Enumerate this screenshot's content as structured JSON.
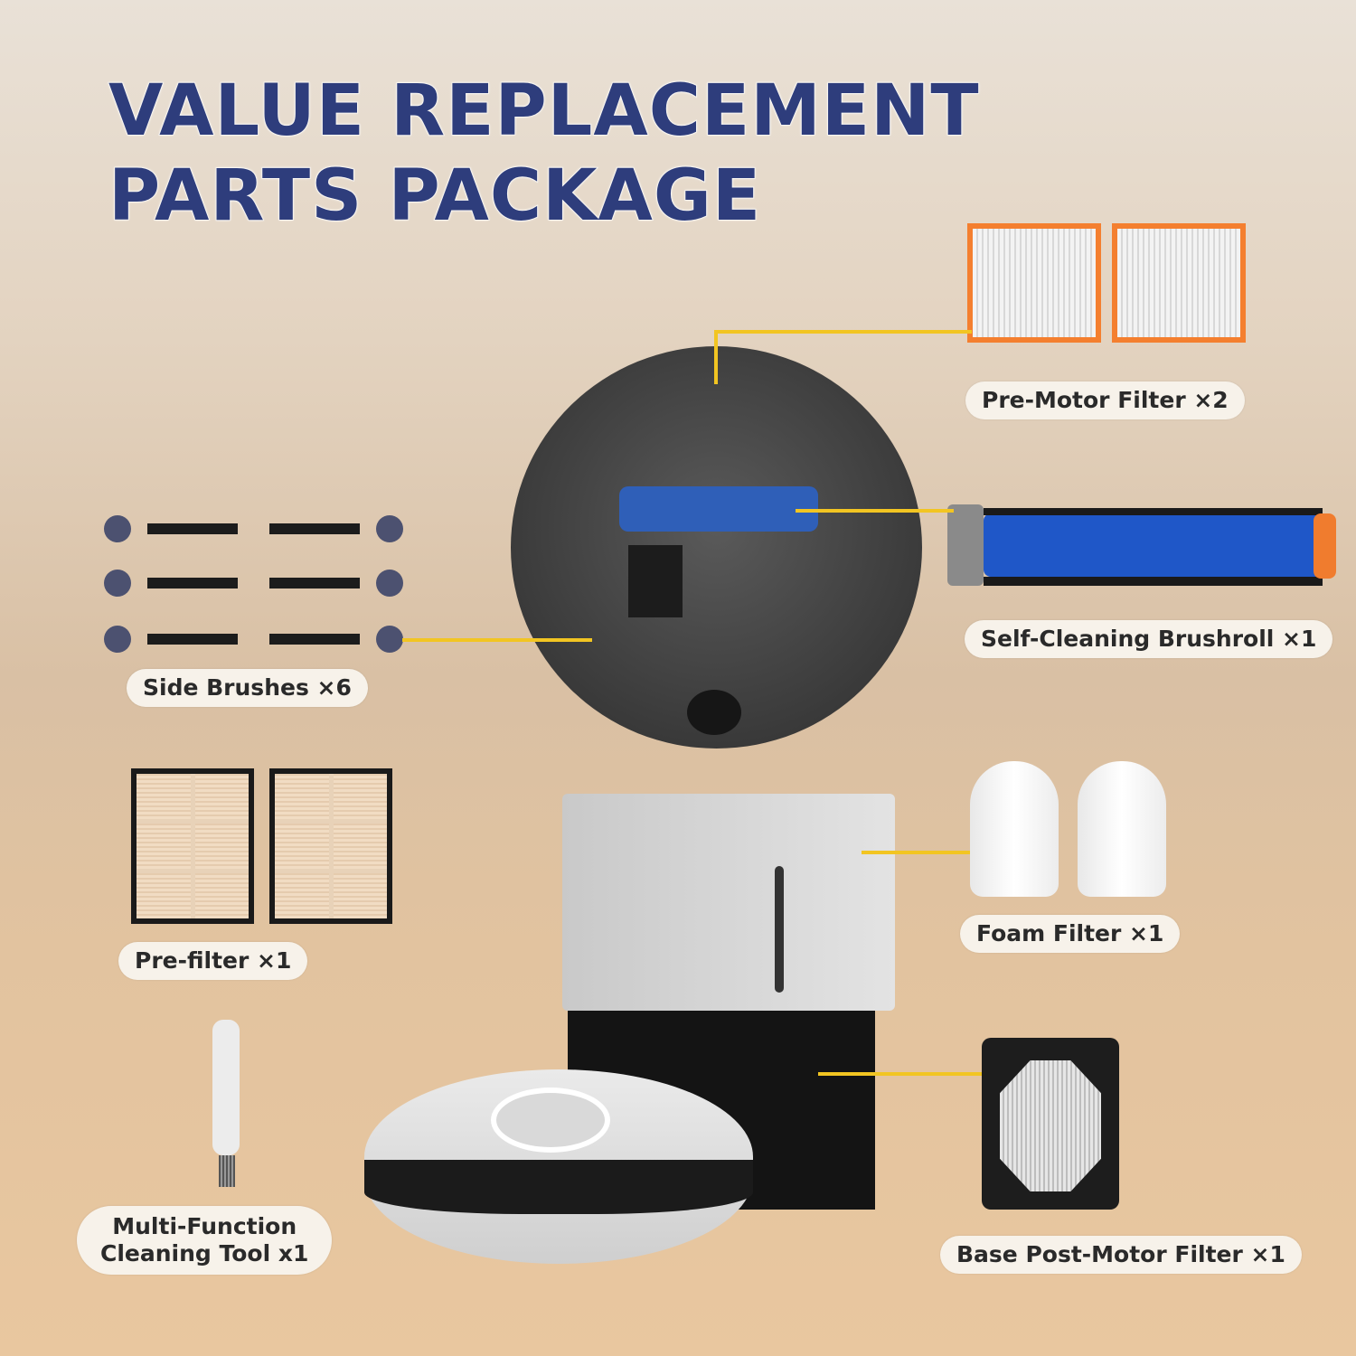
{
  "title": {
    "line1": "VALUE  REPLACEMENT",
    "line2": "PARTS PACKAGE"
  },
  "parts": [
    {
      "label": "Pre-Motor Filter ×2"
    },
    {
      "label": "Self-Cleaning Brushroll ×1"
    },
    {
      "label": "Side Brushes ×6"
    },
    {
      "label": "Foam Filter ×1"
    },
    {
      "label": "Pre-filter ×1"
    },
    {
      "label_line1": "Multi-Function",
      "label_line2": "Cleaning Tool x1"
    },
    {
      "label": "Base Post-Motor Filter ×1"
    }
  ],
  "colors": {
    "title": "#2e3d7c",
    "connector": "#f2c522",
    "filter_frame": "#f47f2f",
    "brushroll": "#1f57c8"
  }
}
